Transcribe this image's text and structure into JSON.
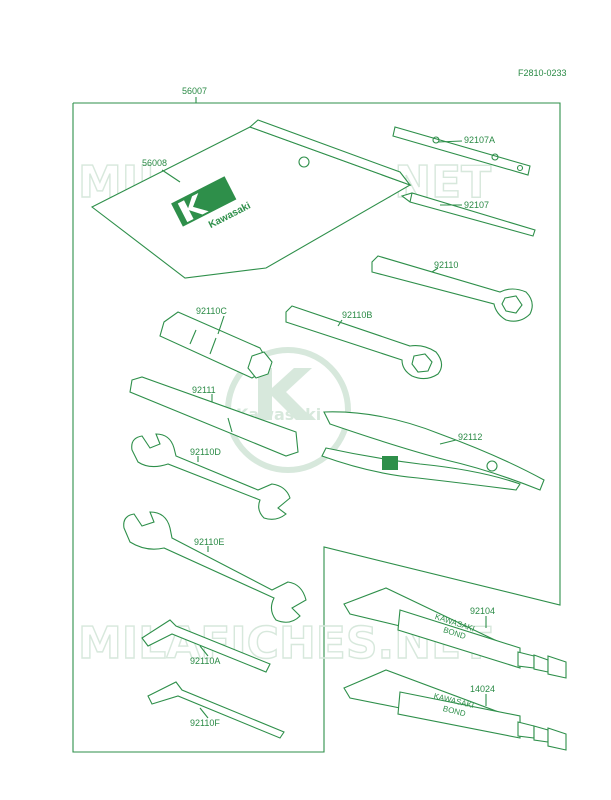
{
  "figure_code": "F2810-0233",
  "watermark": {
    "site": "MILAFICHES.NET",
    "brand": "Kawasaki"
  },
  "pouch_logo": "Kawasaki",
  "tube_print": {
    "top_line1": "KAWASAKI",
    "top_line2": "BOND",
    "bottom_line1": "KAWASAKI",
    "bottom_line2": "BOND"
  },
  "parts": [
    {
      "number": "56007"
    },
    {
      "number": "56008"
    },
    {
      "number": "92107A"
    },
    {
      "number": "92107"
    },
    {
      "number": "92110"
    },
    {
      "number": "92110C"
    },
    {
      "number": "92110B"
    },
    {
      "number": "92111"
    },
    {
      "number": "92112"
    },
    {
      "number": "92110D"
    },
    {
      "number": "92110E"
    },
    {
      "number": "92104"
    },
    {
      "number": "92110A"
    },
    {
      "number": "14024"
    },
    {
      "number": "92110F"
    }
  ],
  "colors": {
    "line": "#2e8f4a",
    "brand_green": "#2e8f4a",
    "watermark": "#d7e8dc"
  }
}
